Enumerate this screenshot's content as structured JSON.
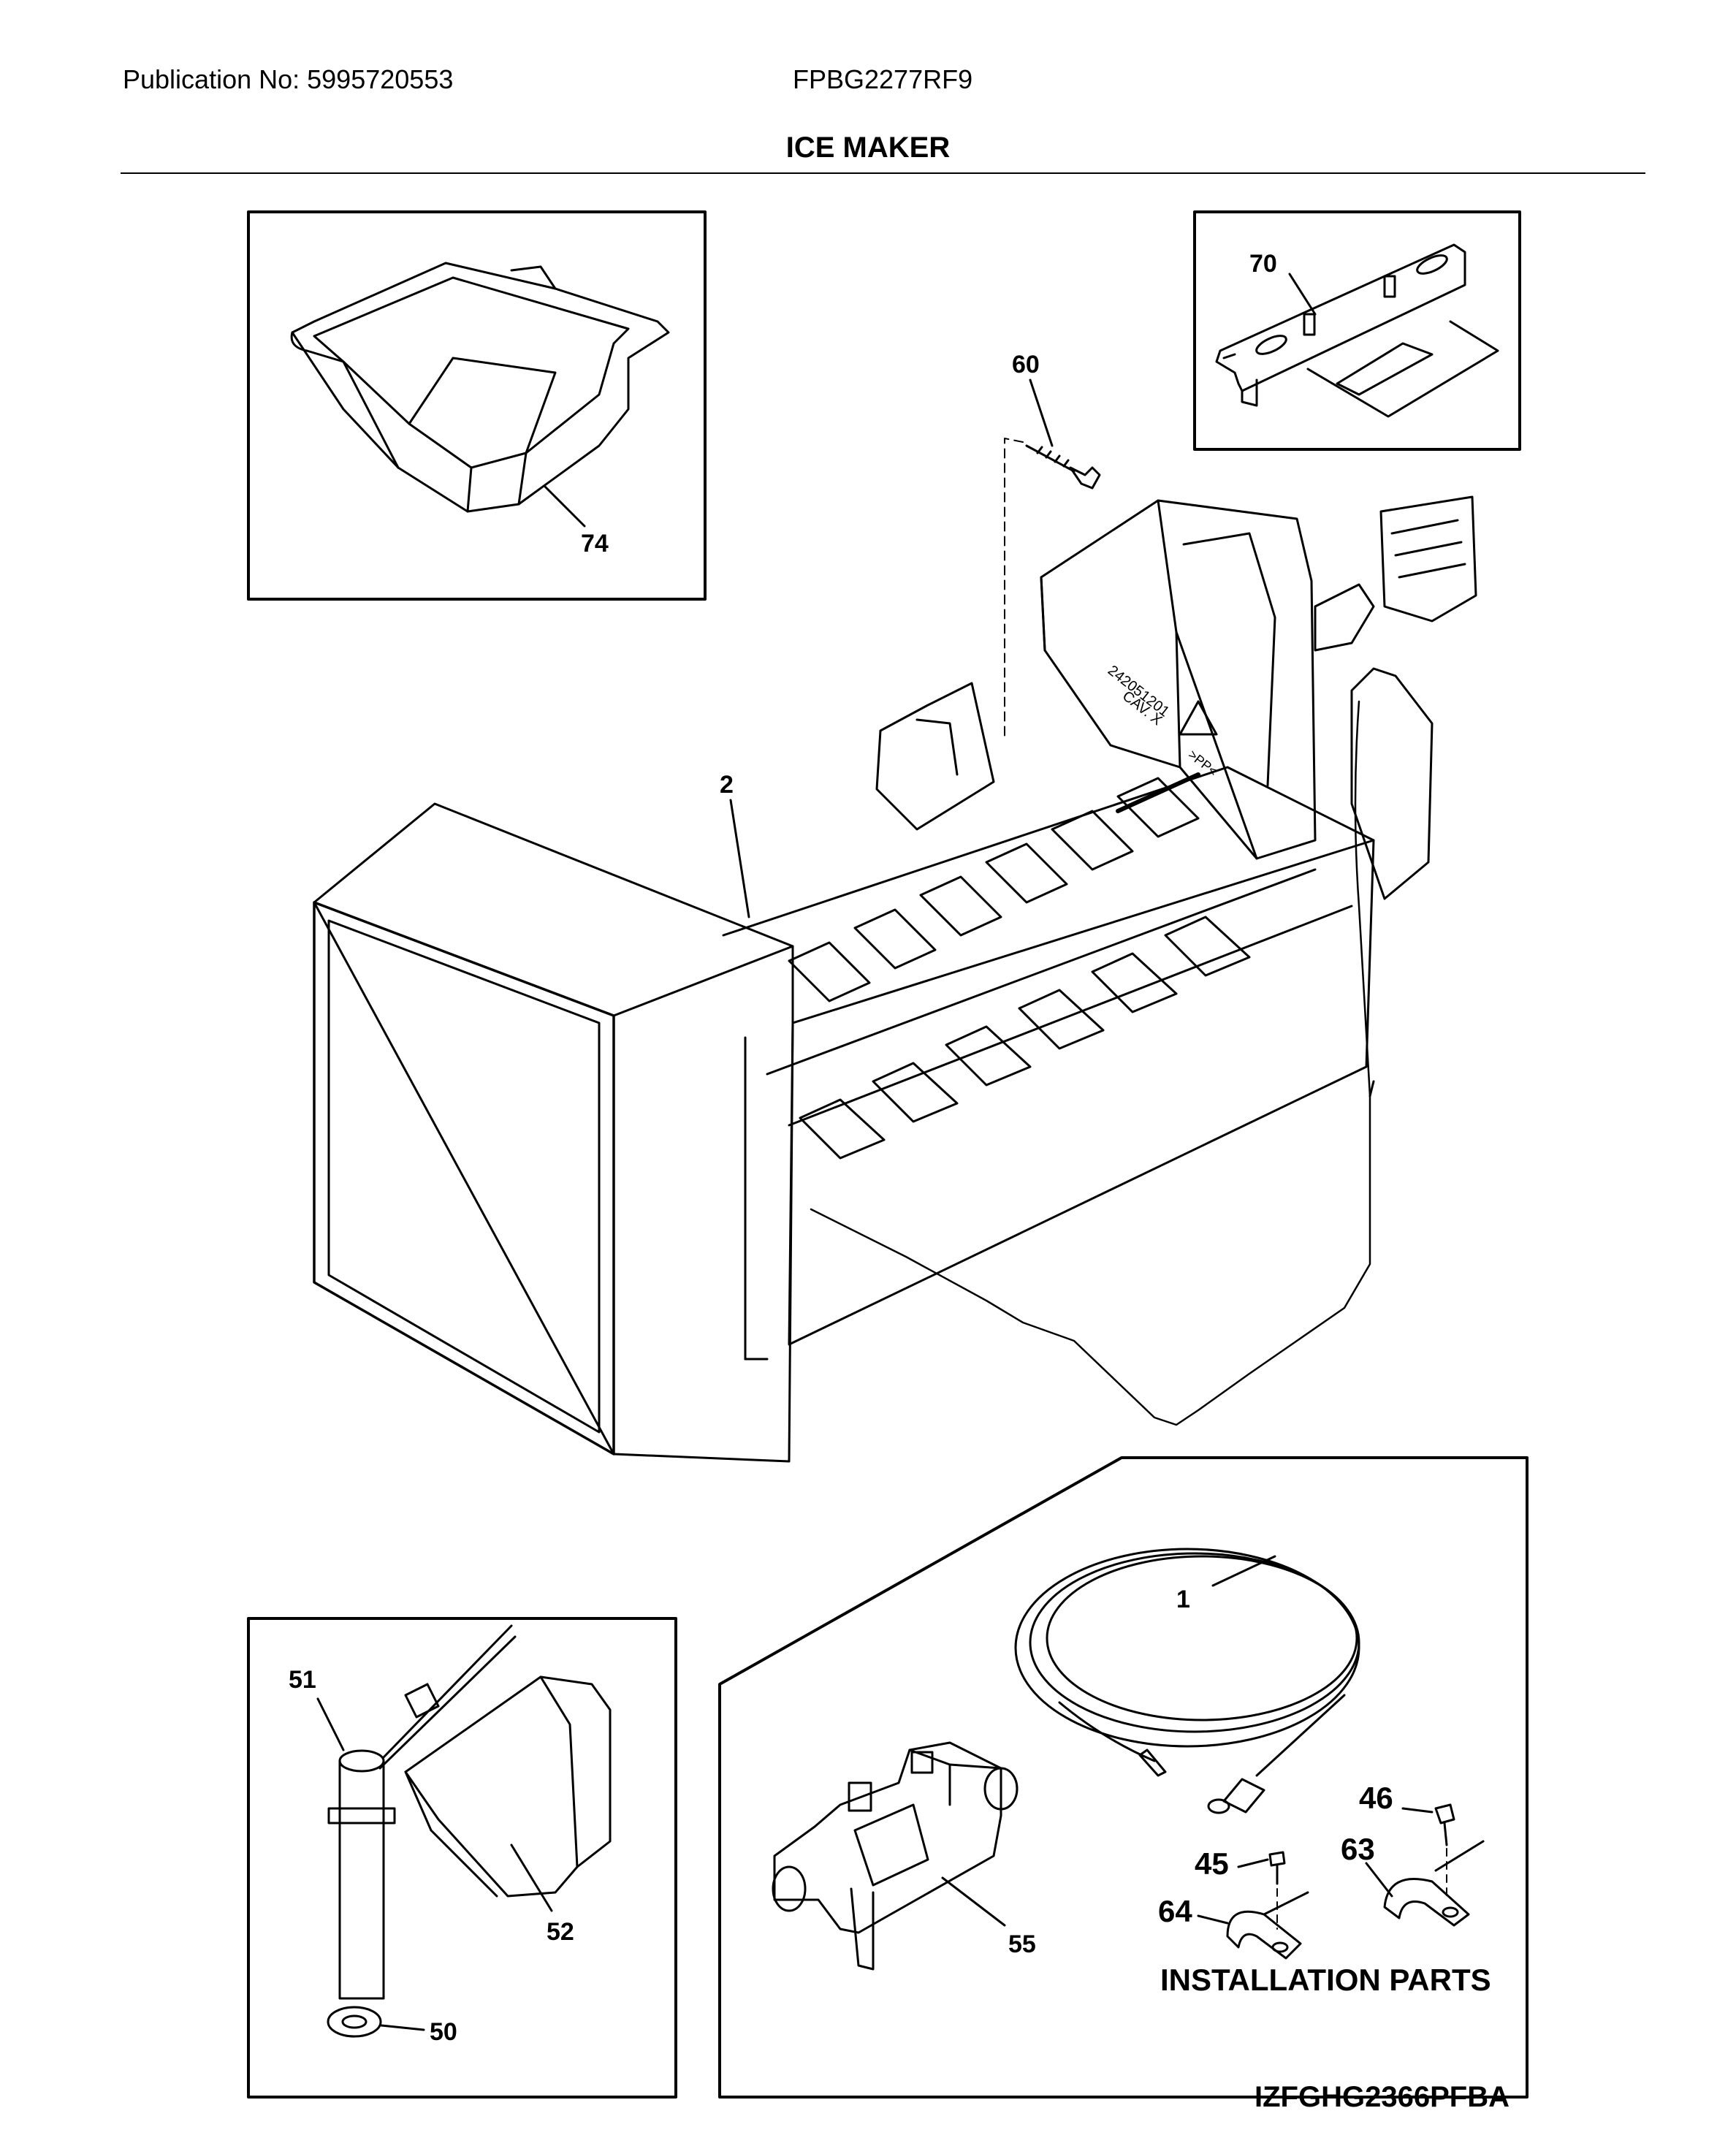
{
  "header": {
    "publication": "Publication No: 5995720553",
    "model": "FPBG2277RF9",
    "title": "ICE MAKER"
  },
  "callouts": {
    "p74": "74",
    "p70": "70",
    "p60": "60",
    "p2": "2",
    "p1": "1",
    "p51": "51",
    "p52": "52",
    "p50": "50",
    "p55": "55",
    "p46": "46",
    "p45": "45",
    "p63": "63",
    "p64": "64"
  },
  "part_markings": {
    "mold_code": "242051201",
    "cavity": "CAV. X",
    "material": ">PP<"
  },
  "installation_label": "INSTALLATION PARTS",
  "diagram_code": "IZFGHG2366PFBA"
}
